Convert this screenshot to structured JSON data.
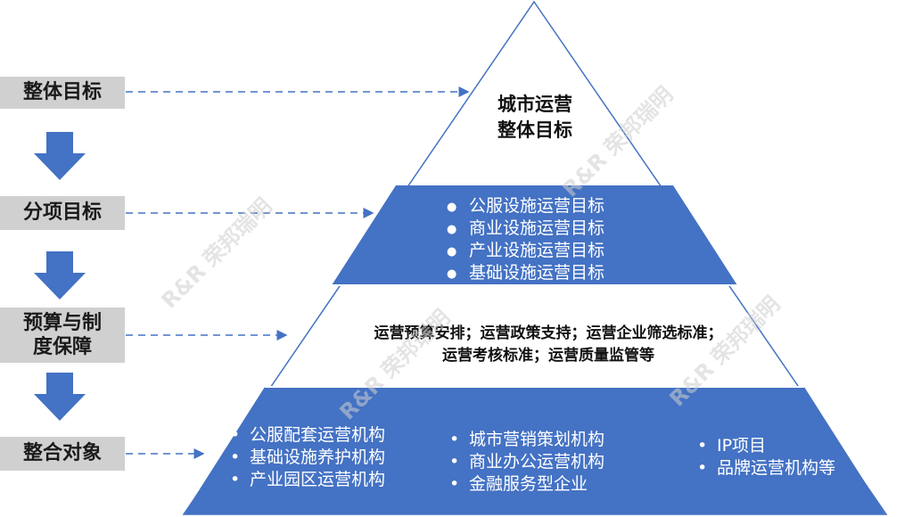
{
  "left_labels": [
    "整体目标",
    "分项目标",
    "预算与制\n度保障",
    "整合对象"
  ],
  "pyramid": {
    "top_title": [
      "城市运营",
      "整体目标"
    ],
    "tier2_items": [
      "公服设施运营目标",
      "商业设施运营目标",
      "产业设施运营目标",
      "基础设施运营目标"
    ],
    "tier3_text": [
      "运营预算安排；运营政策支持；运营企业筛选标准；",
      "运营考核标准；运营质量监管等"
    ],
    "tier4_col1": [
      "公服配套运营机构",
      "基础设施养护机构",
      "产业园区运营机构"
    ],
    "tier4_col2": [
      "城市营销策划机构",
      "商业办公运营机构",
      "金融服务型企业"
    ],
    "tier4_col3": [
      "IP项目",
      "品牌运营机构等"
    ]
  },
  "watermark": "R&R 荣邦瑞明",
  "colors": {
    "blue": "#4472C4",
    "dark_outline": "#4472C4",
    "label_bg": "#d0d0d0",
    "arrow": "#4472C4"
  }
}
